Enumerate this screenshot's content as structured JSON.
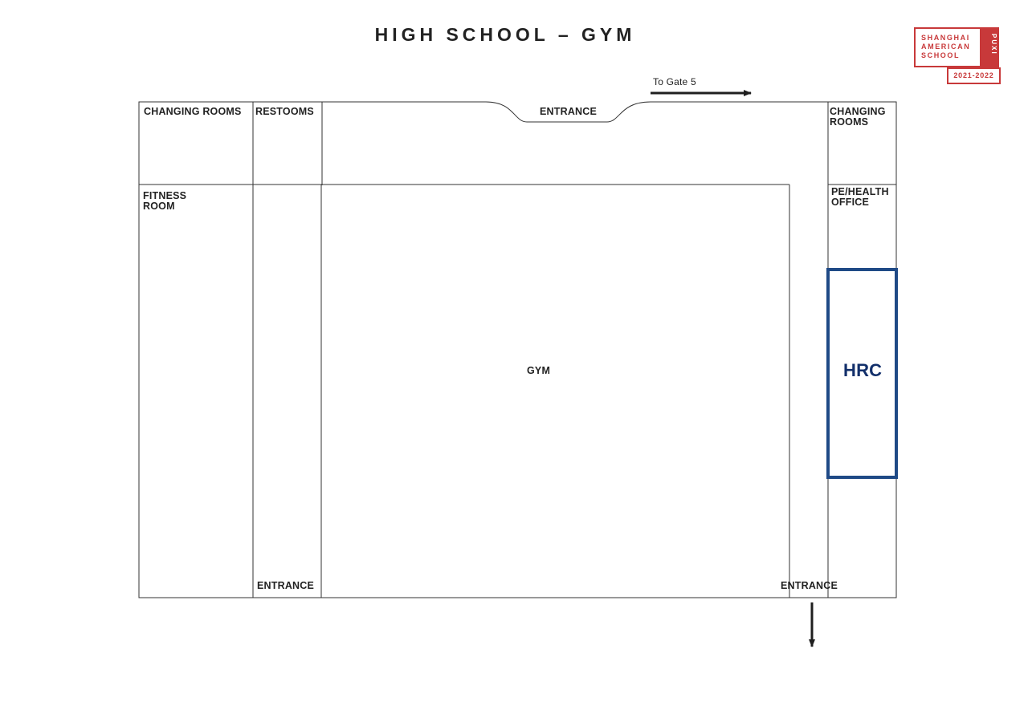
{
  "title": "HIGH SCHOOL – GYM",
  "logo": {
    "text": "SHANGHAI\nAMERICAN\nSCHOOL",
    "side": "PUXI",
    "year": "2021-2022"
  },
  "labels": {
    "gate": "To Gate 5",
    "changing_rooms_left": "CHANGING ROOMS",
    "restrooms": "RESTOOMS",
    "entrance_top": "ENTRANCE",
    "changing_rooms_right": "CHANGING\nROOMS",
    "fitness_room": "FITNESS\nROOM",
    "pe_health_office": "PE/HEALTH\nOFFICE",
    "gym": "GYM",
    "hrc": "HRC",
    "entrance_bottom_left": "ENTRANCE",
    "entrance_bottom_right": "ENTRANCE"
  },
  "colors": {
    "line": "#333333",
    "highlight": "#1f4a86",
    "highlight_text": "#13306b",
    "brand": "#c8393a"
  }
}
